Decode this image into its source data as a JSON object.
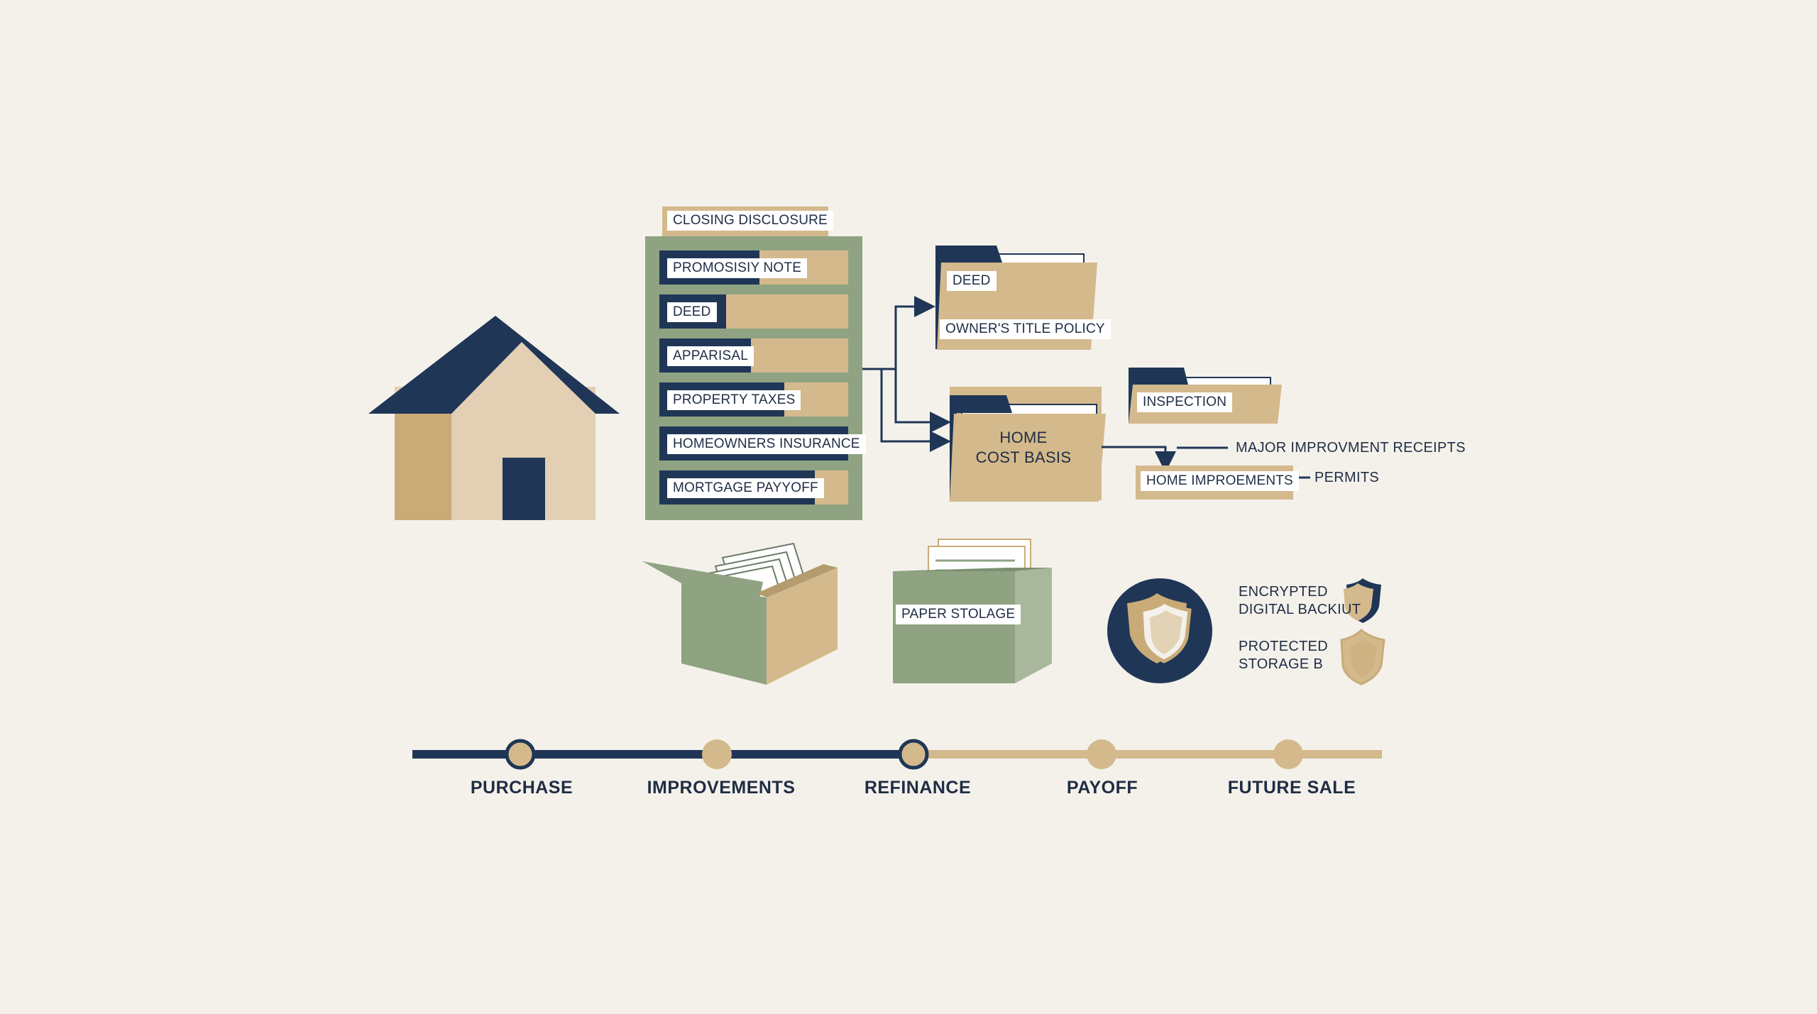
{
  "colors": {
    "background": "#f4f1eb",
    "navy": "#1f3656",
    "tan": "#d4b98c",
    "sage": "#8fa383",
    "cream": "#ffffff"
  },
  "binder": {
    "header": "CLOSING DISCLOSURE",
    "items": [
      "PROMOSISIY NOTE",
      "DEED",
      "APPARISAL",
      "PROPERTY TAXES",
      "HOMEOWNERS INSURANCE",
      "MORTGAGE PAYYOFF"
    ]
  },
  "deed_folder": {
    "items": [
      "DEED",
      "OWNER'S TITLE POLICY"
    ]
  },
  "cost_basis_folder": {
    "line1": "HOME",
    "line2": "COST BASIS"
  },
  "inspection_folder": {
    "label": "INSPECTION"
  },
  "improvements": {
    "label": "HOME IMPROEMENTS",
    "receipts": "MAJOR IMPROVMENT RECEIPTS",
    "permits": "PERMITS"
  },
  "storage": {
    "paper_label": "PAPER STOLAGE",
    "encrypted_line1": "ENCRYPTED",
    "encrypted_line2": "DIGITAL BACKIUT",
    "protected_line1": "PROTECTED",
    "protected_line2": "STORAGE B",
    "icons": [
      "house-icon",
      "archive-box-icon",
      "paper-storage-box-icon",
      "shield-icon"
    ]
  },
  "timeline": {
    "stages": [
      "PURCHASE",
      "IMPROVEMENTS",
      "REFINANCE",
      "PAYOFF",
      "FUTURE SALE"
    ],
    "completed_stages": 3
  }
}
